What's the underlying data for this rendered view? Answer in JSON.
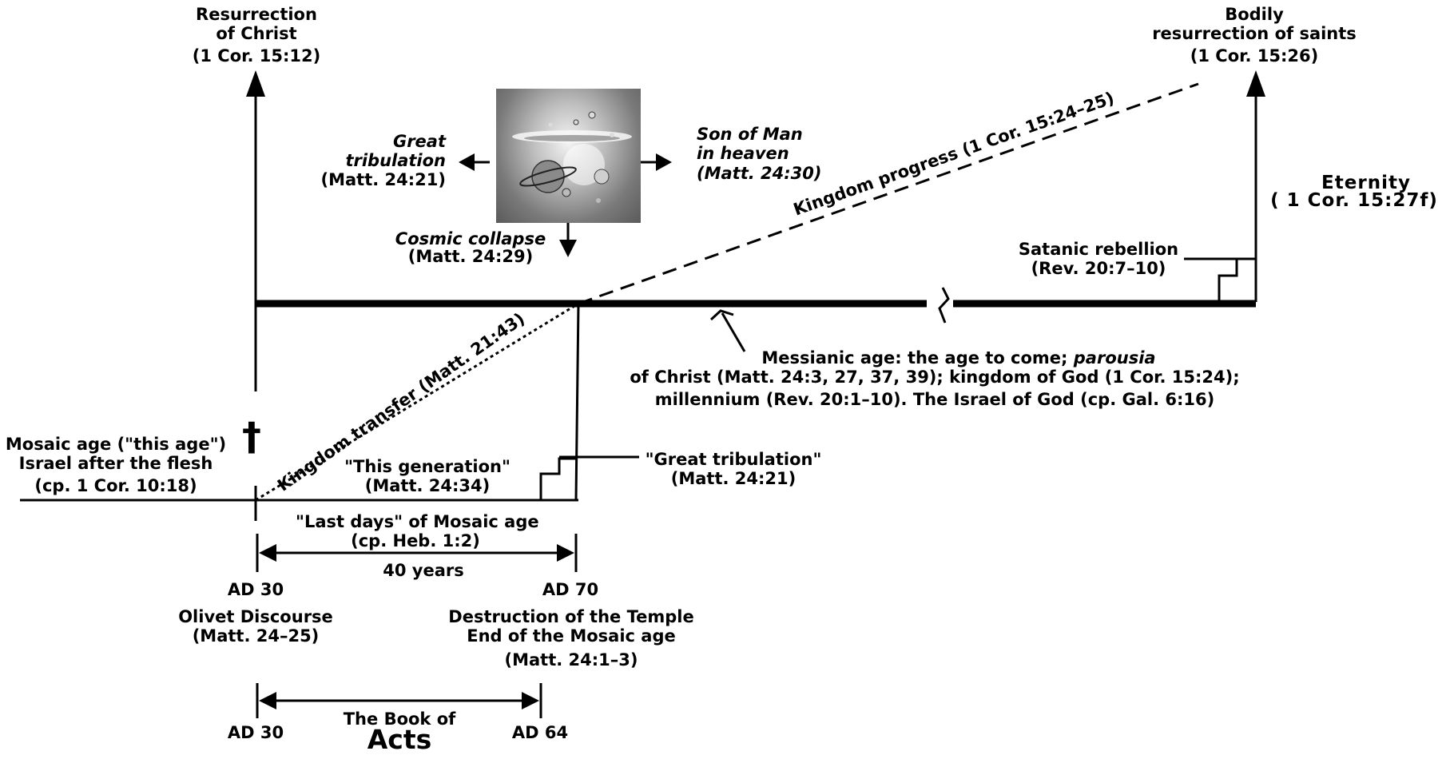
{
  "labels": {
    "resurrection_christ": [
      "Resurrection",
      "of Christ",
      "(1 Cor. 15:12)"
    ],
    "bodily_resurrection": [
      "Bodily",
      "resurrection of saints",
      "(1 Cor. 15:26)"
    ],
    "great_tribulation_top": [
      "Great",
      "tribulation"
    ],
    "great_tribulation_top_ref": "(Matt. 24:21)",
    "son_of_man": [
      "Son of Man",
      "in heaven"
    ],
    "son_of_man_ref": "(Matt. 24:30)",
    "cosmic_collapse": "Cosmic collapse",
    "cosmic_collapse_ref": "(Matt. 24:29)",
    "kingdom_progress": "Kingdom progress (1 Cor. 15:24–25)",
    "eternity": "Eternity",
    "eternity_ref": "( 1 Cor. 15:27f)",
    "satanic_rebellion": [
      "Satanic rebellion",
      "(Rev. 20:7–10)"
    ],
    "messianic_age_prefix": "Messianic age: the age to come; ",
    "messianic_age_italic": "parousia",
    "messianic_age_lines": [
      "of Christ (Matt. 24:3, 27, 37, 39); kingdom of God (1 Cor. 15:24);",
      "millennium (Rev. 20:1–10). The Israel of God (cp. Gal. 6:16)"
    ],
    "kingdom_transfer": "Kingdom transfer (Matt. 21:43)",
    "cross_symbol": "†",
    "mosaic_age": [
      "Mosaic age (\"this age\")",
      "Israel after the flesh",
      "(cp. 1 Cor. 10:18)"
    ],
    "this_generation": [
      "\"This generation\"",
      "(Matt. 24:34)"
    ],
    "great_tribulation_bottom": [
      "\"Great tribulation\"",
      "(Matt. 24:21)"
    ],
    "last_days": [
      "\"Last days\" of Mosaic age",
      "(cp. Heb. 1:2)"
    ],
    "forty_years": "40 years",
    "ad30_a": "AD 30",
    "ad70": "AD 70",
    "olivet": [
      "Olivet Discourse",
      "(Matt. 24–25)"
    ],
    "destruction": [
      "Destruction of the Temple",
      "End of the Mosaic age",
      "(Matt. 24:1–3)"
    ],
    "ad30_b": "AD 30",
    "ad64": "AD 64",
    "book_of": "The Book of",
    "acts": "Acts"
  }
}
